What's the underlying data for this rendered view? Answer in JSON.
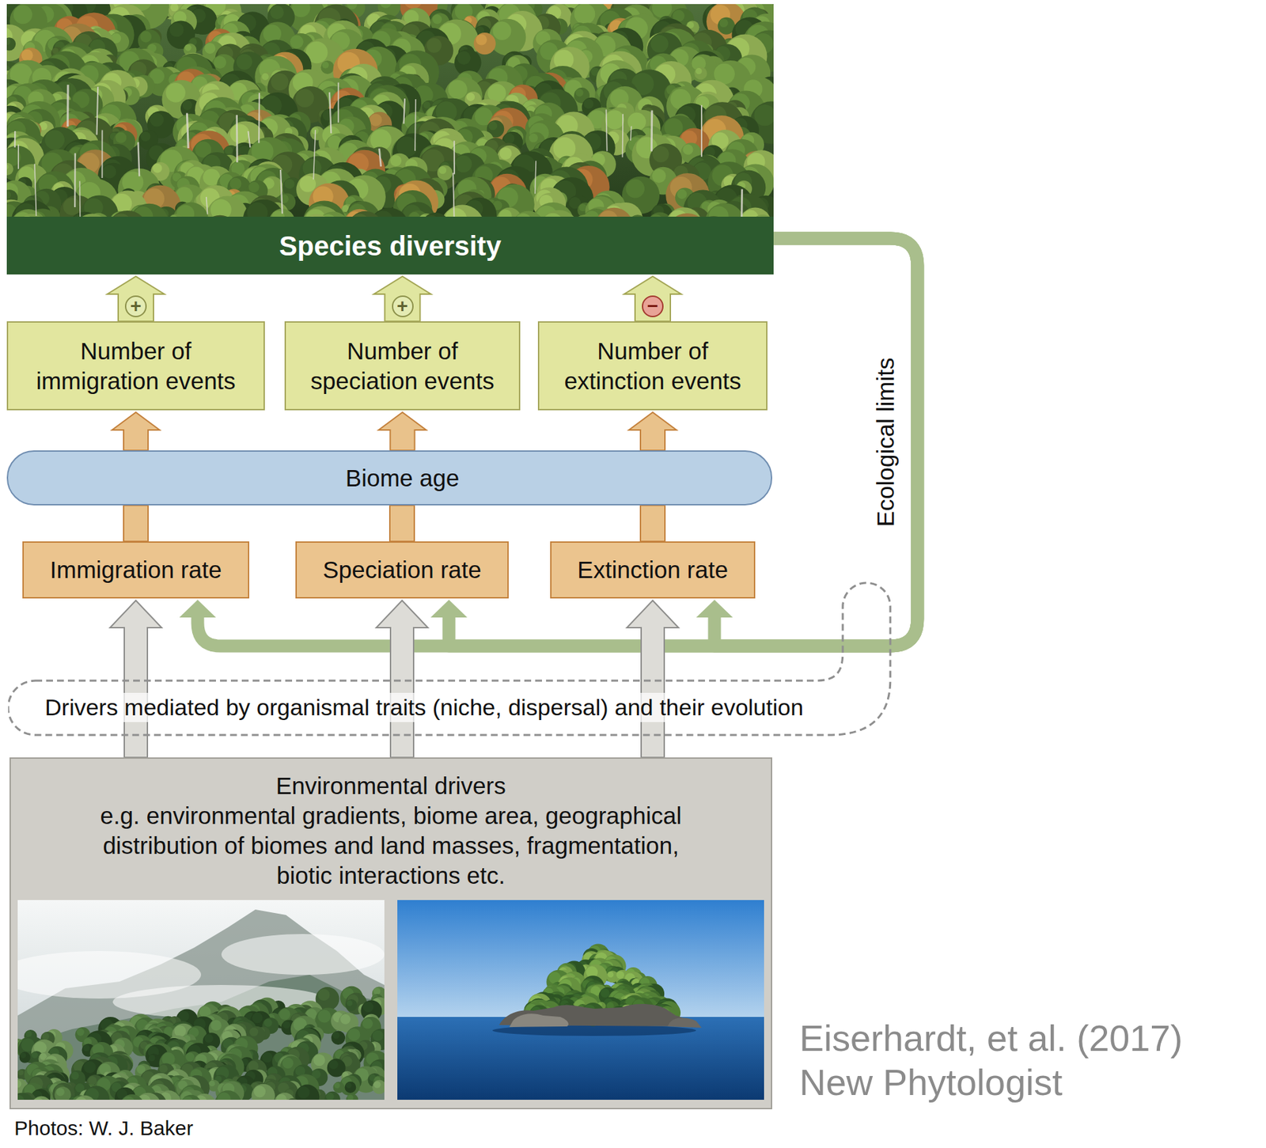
{
  "diagram": {
    "nodes": [
      {
        "text": [
          "Species diversity"
        ]
      },
      {
        "text": [
          "Number of immigration events"
        ]
      },
      {
        "text": [
          "Number of speciation events"
        ]
      },
      {
        "text": [
          "Number of extinction events"
        ]
      },
      {
        "text": [
          "Biome age"
        ]
      },
      {
        "text": [
          "Immigration rate"
        ]
      },
      {
        "text": [
          "Speciation rate"
        ]
      },
      {
        "text": [
          "Extinction rate"
        ]
      },
      {
        "text": [
          "Drivers mediated by organismal traits (niche, dispersal) and their evolution"
        ]
      },
      {
        "text": [
          "Environmental drivers",
          "e.g. environmental gradients, biome area, geographical distribution of biomes and land masses, fragmentation, biotic interactions etc."
        ]
      }
    ],
    "edges": [
      {
        "from": 1,
        "to": 0,
        "label": "+",
        "arrow": "to"
      },
      {
        "from": 2,
        "to": 0,
        "label": "+",
        "arrow": "to"
      },
      {
        "from": 3,
        "to": 0,
        "label": "−",
        "arrow": "to"
      },
      {
        "from": 4,
        "to": 1,
        "arrow": "to"
      },
      {
        "from": 4,
        "to": 2,
        "arrow": "to"
      },
      {
        "from": 4,
        "to": 3,
        "arrow": "to"
      },
      {
        "from": 5,
        "to": 4,
        "arrow": "none"
      },
      {
        "from": 6,
        "to": 4,
        "arrow": "none"
      },
      {
        "from": 7,
        "to": 4,
        "arrow": "none"
      },
      {
        "from": 9,
        "to": 5,
        "arrow": "to"
      },
      {
        "from": 9,
        "to": 6,
        "arrow": "to"
      },
      {
        "from": 9,
        "to": 7,
        "arrow": "to"
      },
      {
        "from": 0,
        "to": 5,
        "label": "Ecological limits",
        "arrow": "to"
      },
      {
        "from": 0,
        "to": 6,
        "arrow": "to"
      },
      {
        "from": 0,
        "to": 7,
        "arrow": "to"
      }
    ],
    "labels": [
      "Eiserhardt, et al. (2017) New Phytologist",
      "Photos: W. J. Baker"
    ]
  }
}
